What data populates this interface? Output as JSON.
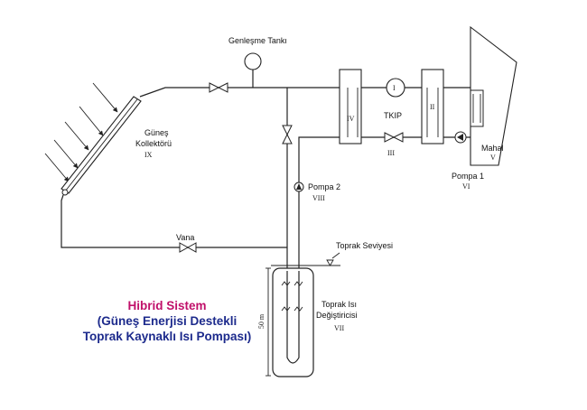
{
  "labels": {
    "expansion_tank": "Genleşme Tankı",
    "collector_line1": "Güneş",
    "collector_line2": "Kollektörü",
    "collector_num": "IX",
    "hx4": "IV",
    "tkip": "TKIP",
    "hx2": "II",
    "valve3": "III",
    "pump1": "Pompa 1",
    "pump1_num": "VI",
    "room": "Mahal",
    "room_num": "V",
    "pump2": "Pompa 2",
    "pump2_num": "VIII",
    "valve": "Vana",
    "ground_level": "Toprak Seviyesi",
    "ground_hx_line1": "Toprak Isı",
    "ground_hx_line2": "Değiştiricisi",
    "ground_hx_num": "VII",
    "depth": "50 m",
    "compressor_num": "I"
  },
  "caption": {
    "line1": "Hibrid Sistem",
    "line2": "(Güneş Enerjisi Destekli",
    "line3": "Toprak Kaynaklı Isı Pompası)"
  },
  "colors": {
    "caption_title": "#c0106a",
    "caption_body": "#1c2a8c",
    "lines": "#222222"
  }
}
